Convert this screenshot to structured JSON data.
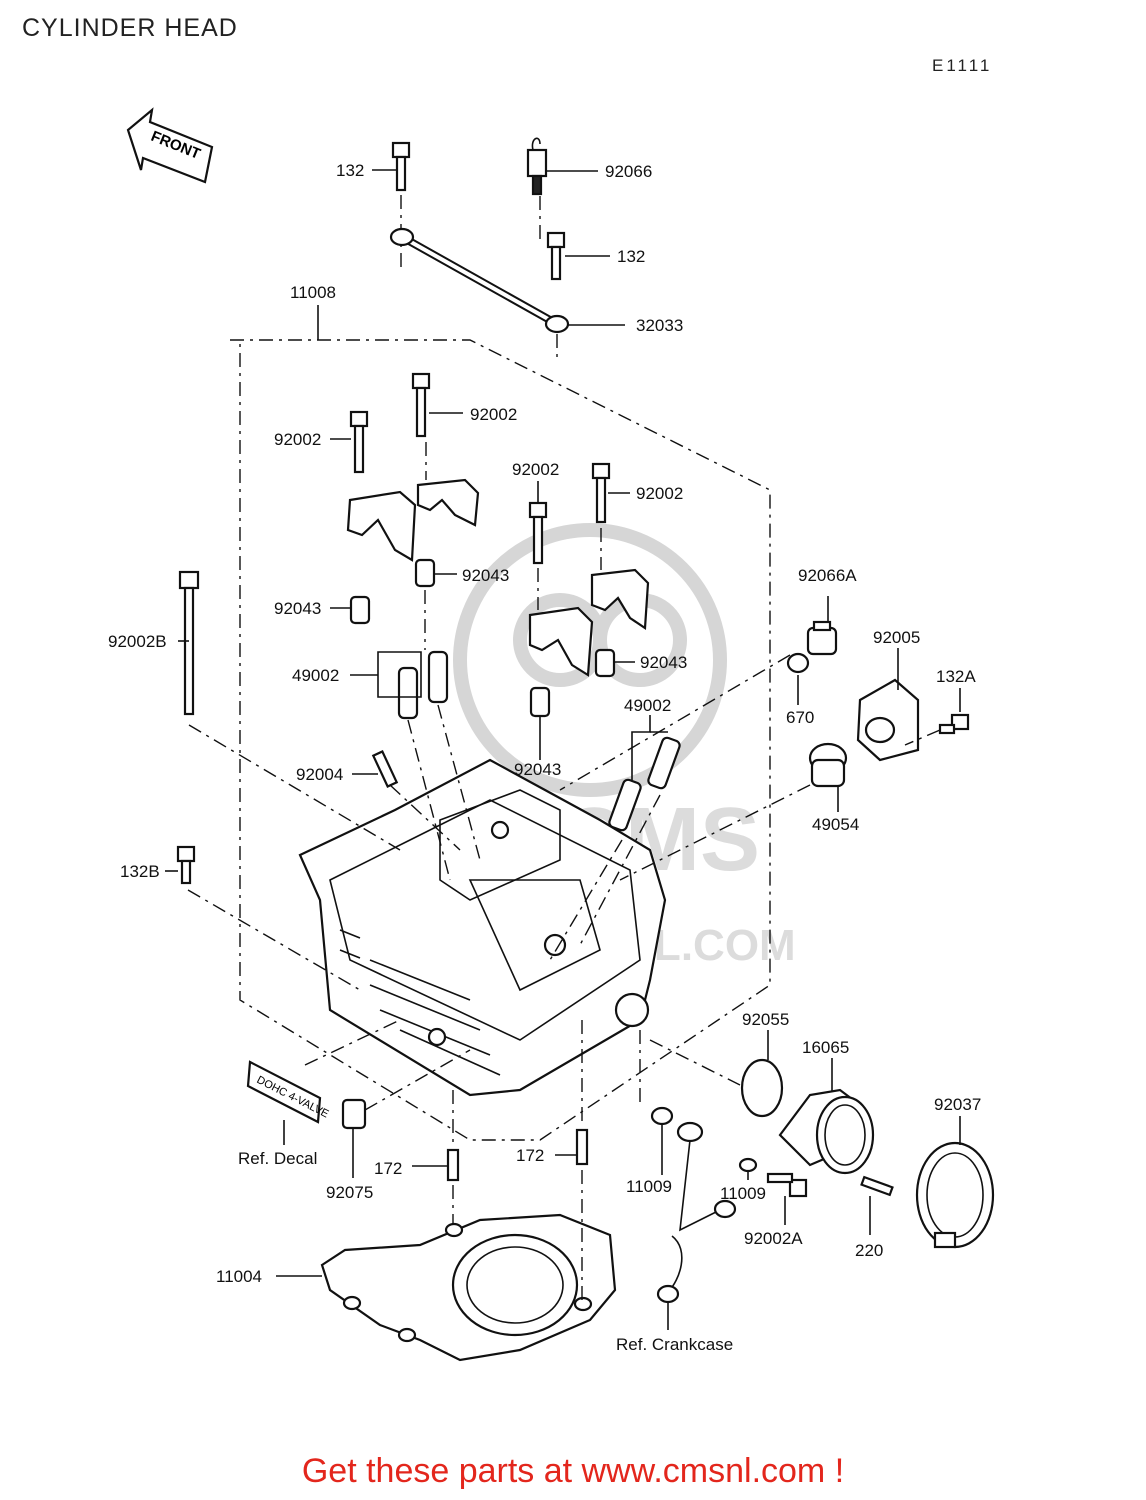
{
  "title": "CYLINDER HEAD",
  "diagram_code": "E1111",
  "front_arrow_label": "FRONT",
  "footer_text": "Get these parts at www.cmsnl.com !",
  "watermark_text": "CMS",
  "watermark_url": "WWW.CMSNL.COM",
  "decal_text": "DOHC 4-VALVE",
  "accent_color": "#e3261c",
  "labels": {
    "p132_top": "132",
    "p92066": "92066",
    "p132_mid": "132",
    "p32033": "32033",
    "p11008": "11008",
    "p92002_a": "92002",
    "p92002_b": "92002",
    "p92002_c": "92002",
    "p92002_d": "92002",
    "p92043_a": "92043",
    "p92043_b": "92043",
    "p92043_c": "92043",
    "p92043_d": "92043",
    "p92002B": "92002B",
    "p49002_a": "49002",
    "p49002_b": "49002",
    "p92004": "92004",
    "p92066A": "92066A",
    "p670": "670",
    "p92005": "92005",
    "p132A": "132A",
    "p49054": "49054",
    "p132B": "132B",
    "p92055": "92055",
    "p16065": "16065",
    "p92037": "92037",
    "ref_decal": "Ref. Decal",
    "p92075": "92075",
    "p172_a": "172",
    "p172_b": "172",
    "p11009_a": "11009",
    "p11009_b": "11009",
    "p92002A": "92002A",
    "p220": "220",
    "p11004": "11004",
    "ref_crankcase": "Ref. Crankcase"
  }
}
